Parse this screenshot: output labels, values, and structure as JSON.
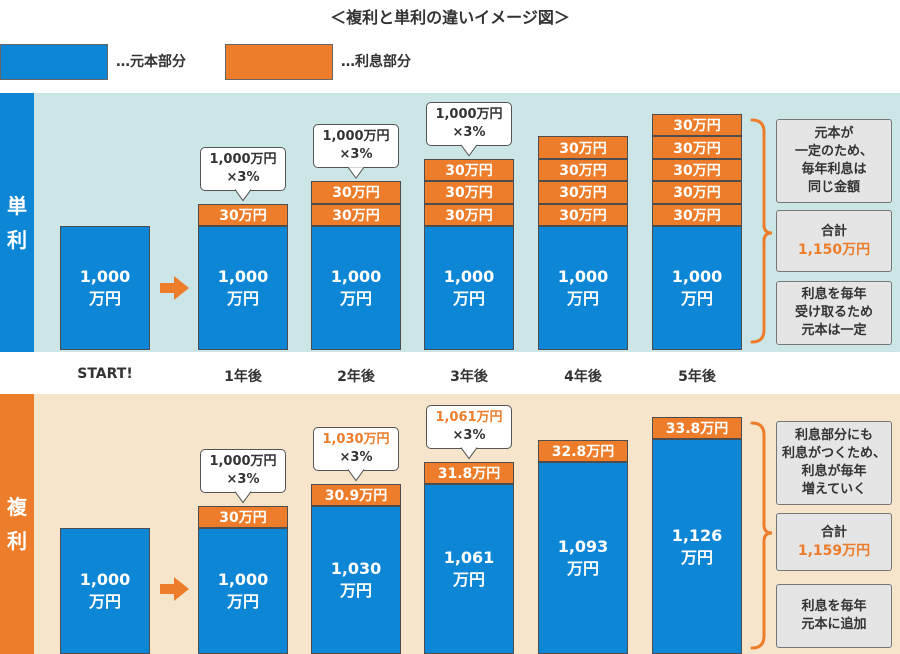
{
  "title": "＜複利と単利の違いイメージ図＞",
  "legend": {
    "principal": "…元本部分",
    "interest": "…利息部分"
  },
  "colors": {
    "principal": "#0d86d6",
    "interest": "#ed7d2b",
    "simple_band": "#cce6e8",
    "compound_band": "#f6e4cb",
    "simple_side": "#0d86d6",
    "compound_side": "#ed7d2b"
  },
  "simple": {
    "label": [
      "単",
      "利"
    ],
    "bars": [
      {
        "base": [
          "1,000",
          "万円"
        ],
        "interest": []
      },
      {
        "base": [
          "1,000",
          "万円"
        ],
        "interest": [
          "30万円"
        ],
        "callout": [
          "1,000万円",
          "×3%"
        ]
      },
      {
        "base": [
          "1,000",
          "万円"
        ],
        "interest": [
          "30万円",
          "30万円"
        ],
        "callout": [
          "1,000万円",
          "×3%"
        ]
      },
      {
        "base": [
          "1,000",
          "万円"
        ],
        "interest": [
          "30万円",
          "30万円",
          "30万円"
        ],
        "callout": [
          "1,000万円",
          "×3%"
        ]
      },
      {
        "base": [
          "1,000",
          "万円"
        ],
        "interest": [
          "30万円",
          "30万円",
          "30万円",
          "30万円"
        ]
      },
      {
        "base": [
          "1,000",
          "万円"
        ],
        "interest": [
          "30万円",
          "30万円",
          "30万円",
          "30万円",
          "30万円"
        ]
      }
    ],
    "notes": [
      {
        "lines": [
          "元本が",
          "一定のため、",
          "毎年利息は",
          "同じ金額"
        ]
      },
      {
        "lines": [
          "合計"
        ],
        "highlight": "1,150万円"
      },
      {
        "lines": [
          "利息を毎年",
          "受け取るため",
          "元本は一定"
        ]
      }
    ]
  },
  "years": [
    "START!",
    "1年後",
    "2年後",
    "3年後",
    "4年後",
    "5年後"
  ],
  "compound": {
    "label": [
      "複",
      "利"
    ],
    "bars": [
      {
        "base": [
          "1,000",
          "万円"
        ],
        "interest": []
      },
      {
        "base": [
          "1,000",
          "万円"
        ],
        "interest": [
          "30万円"
        ],
        "callout": [
          "1,000万円",
          "×3%"
        ],
        "callout_highlight": false
      },
      {
        "base": [
          "1,030",
          "万円"
        ],
        "interest": [
          "30.9万円"
        ],
        "callout": [
          "1,030万円",
          "×3%"
        ],
        "callout_highlight": true
      },
      {
        "base": [
          "1,061",
          "万円"
        ],
        "interest": [
          "31.8万円"
        ],
        "callout": [
          "1,061万円",
          "×3%"
        ],
        "callout_highlight": true
      },
      {
        "base": [
          "1,093",
          "万円"
        ],
        "interest": [
          "32.8万円"
        ]
      },
      {
        "base": [
          "1,126",
          "万円"
        ],
        "interest": [
          "33.8万円"
        ]
      }
    ],
    "notes": [
      {
        "lines": [
          "利息部分にも",
          "利息がつくため、",
          "利息が毎年",
          "増えていく"
        ]
      },
      {
        "lines": [
          "合計"
        ],
        "highlight": "1,159万円"
      },
      {
        "lines": [
          "利息を毎年",
          "元本に追加"
        ]
      }
    ]
  }
}
